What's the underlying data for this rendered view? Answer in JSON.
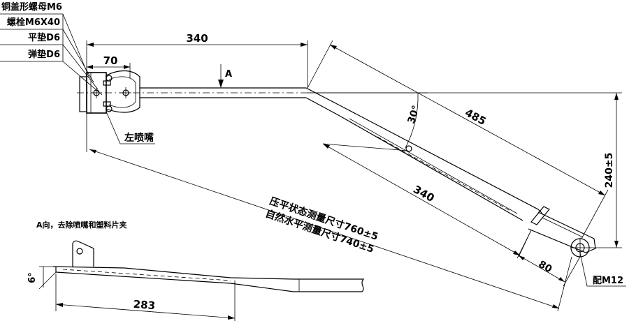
{
  "parts_table": {
    "rows": [
      "铜盖形螺母M6",
      "螺栓M6X40",
      "平垫D6",
      "弹垫D6"
    ]
  },
  "labels": {
    "left_nozzle": "左喷嘴",
    "view_a_arrow": "A",
    "view_a_title": "A向，去除喷嘴和塑料片夹",
    "fit": "配M12",
    "measure_pressed": "压平状态测量尺寸760±5",
    "measure_natural": "自然水平测量尺寸740±5"
  },
  "dimensions": {
    "top_length": "340",
    "bracket": "70",
    "angle": "30°",
    "arm_length": "485",
    "blade_length": "340",
    "tip": "80",
    "height": "240±5",
    "side_angle": "6°",
    "side_length": "283"
  }
}
